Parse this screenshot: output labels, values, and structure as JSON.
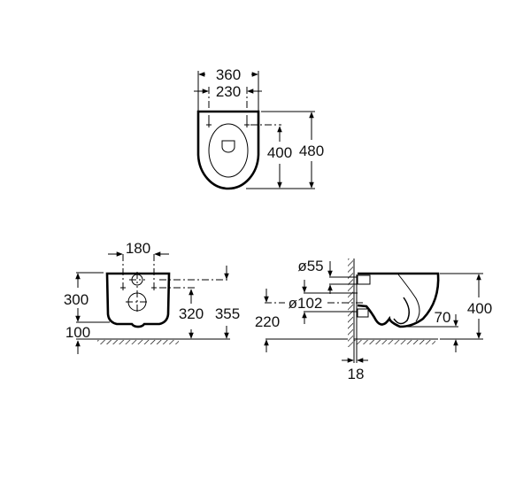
{
  "drawing": {
    "subject": "wall-hung toilet dimensional drawing",
    "units": "mm",
    "top_view": {
      "width_overall": "360",
      "fixing_spacing": "230",
      "fixing_to_front": "400",
      "depth_overall": "480"
    },
    "front_view": {
      "fixing_spacing": "180",
      "bowl_height": "300",
      "bottom_clearance": "100",
      "lower_fixing_height": "320",
      "upper_fixing_height": "355"
    },
    "side_view": {
      "supply_diameter": "ø55",
      "waste_diameter": "ø102",
      "waste_height": "220",
      "rim_height": "400",
      "spigot_to_floor": "70",
      "wall_finish_thickness": "18"
    }
  }
}
